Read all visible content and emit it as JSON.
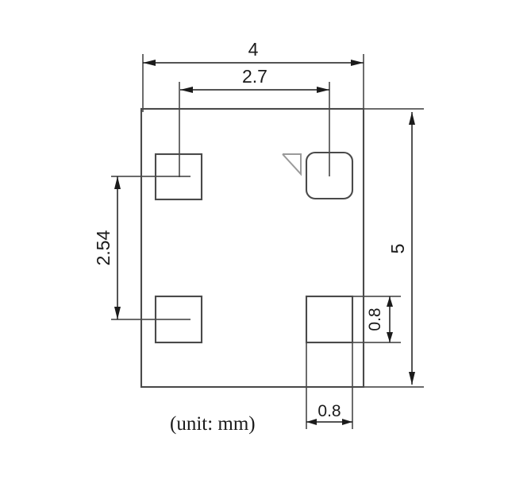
{
  "drawing": {
    "title": "component-footprint-drawing",
    "unit_note": "(unit: mm)",
    "colors": {
      "background": "#ffffff",
      "outline": "#4a4a4a",
      "dimension": "#1b1b1b",
      "pin1_marker": "#9a9a9a"
    },
    "body": {
      "name": "component-outline",
      "width_mm": 4,
      "height_mm": 5
    },
    "dimensions": {
      "overall_width": "4",
      "pad_pitch_horizontal": "2.7",
      "pad_pitch_vertical": "2.54",
      "overall_height": "5",
      "pad_height": "0.8",
      "pad_width": "0.8"
    },
    "pads": [
      {
        "id": "pad-top-left",
        "shape": "square",
        "width_mm": 0.8,
        "height_mm": 0.8
      },
      {
        "id": "pad-top-right",
        "shape": "rounded-square",
        "width_mm": 0.8,
        "height_mm": 0.8
      },
      {
        "id": "pad-bottom-left",
        "shape": "square",
        "width_mm": 0.8,
        "height_mm": 0.8
      },
      {
        "id": "pad-bottom-right",
        "shape": "square",
        "width_mm": 0.8,
        "height_mm": 0.8
      }
    ],
    "markers": {
      "pin1_triangle": "pin-1-indicator"
    }
  }
}
